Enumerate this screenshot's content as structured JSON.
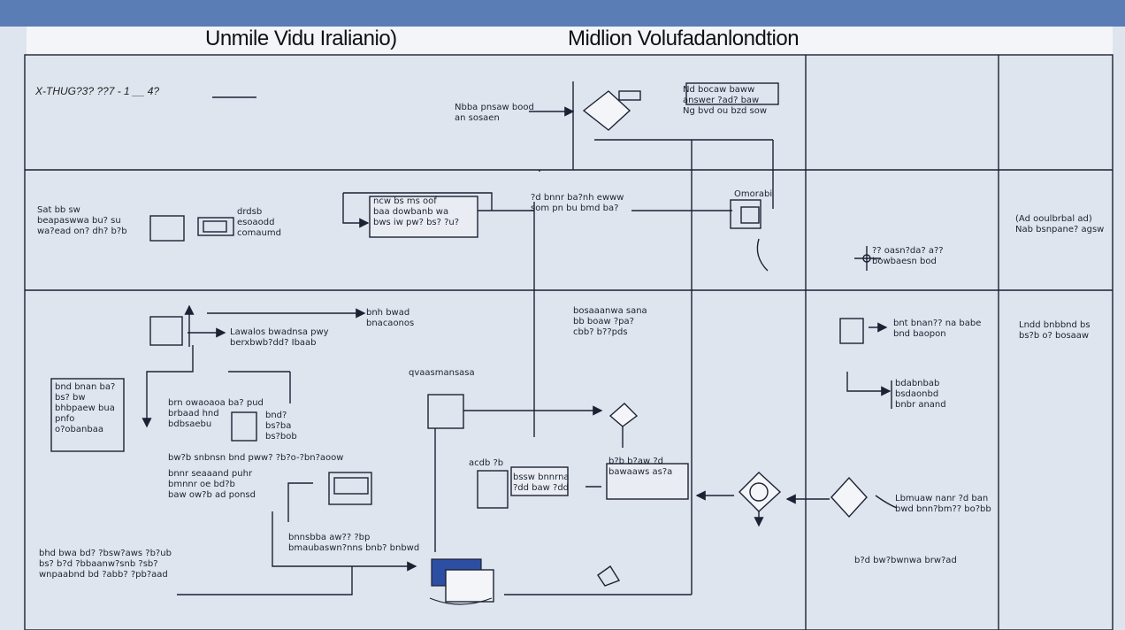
{
  "header": {
    "title_left": "Unmile Vidu Iralianio)",
    "title_right": "Midlion Volufadanlondtion"
  },
  "lanes": {
    "row_label": "X-THUG?3? ??7 - 1 __ 4?"
  },
  "nodes": {
    "n1": "Nbba pnsaw bood\nan sosaen",
    "n2": "Nd bocaw baww\nanswer ?ad? baw\nNg bvd ou bzd sow",
    "n3": "Sat bb sw\nbeapaswwa bu? su\nwa?ead on? dh? b?b",
    "n4": "drdsb\nesoaodd\ncomaumd",
    "n5": "ncw bs ms oof\nbaa dowbanb wa\nbws iw pw? bs? ?u?",
    "n6": "?d bnnr ba?nh ewww\nsom pn bu bmd ba?",
    "n7": "Omorabi",
    "n8": "(Ad ooulbrbal ad)\nNab bsnpane? agsw",
    "n9": "?? oasn?da? a??\nbowbaesn bod",
    "n10": "bnh bwad\nbnacaonos",
    "n11": "Lawalos bwadnsa pwy\nberxbwb?dd? Ibaab",
    "n12": "bosaaanwa sana\nbb boaw ?pa?\ncbb? b??pds",
    "n13": "bnd bnan ba?\nbs? bw\nbhbpaew bua\npnfo\no?obanbaa",
    "n14": "brn owaoaoa ba? pud\nbrbaad hnd\nbdbsaebu",
    "n15": "bnd?\nbs?ba\nbs?bob",
    "n16": "bw?b snbnsn bnd pww? ?b?o-?bn?aoow",
    "n17": "bnnr seaaand puhr\nbmnnr oe bd?b\nbaw ow?b ad ponsd",
    "n18": "qvaasmansasa",
    "n19": "acdb ?b",
    "n20": "bssw bnnrna\n?dd baw ?dd",
    "n21": "b?b b?aw ?d\nbawaaws as?a",
    "n22": "bnt bnan?? na babe\nbnd baopon",
    "n23": "Lndd bnbbnd bs\nbs?b o? bosaaw",
    "n24": "bdabnbab\nbsdaonbd\nbnbr anand",
    "n25": "Lbmuaw nanr ?d ban\nbwd bnn?bm?? bo?bb",
    "n26": "b?d bw?bwnwa brw?ad",
    "n27": "bhd bwa bd? ?bsw?aws ?b?ub\nbs? b?d ?bbaanw?snb ?sb?\nwnpaabnd bd ?abb? ?pb?aad",
    "n28": "bnnsbba aw?? ?bp\nbmaubaswn?nns bnb? bnbwd"
  },
  "colors": {
    "header": "#5b7db5",
    "background": "#dfe5ee",
    "line": "#1c2233",
    "accent": "#2c4fa3"
  }
}
